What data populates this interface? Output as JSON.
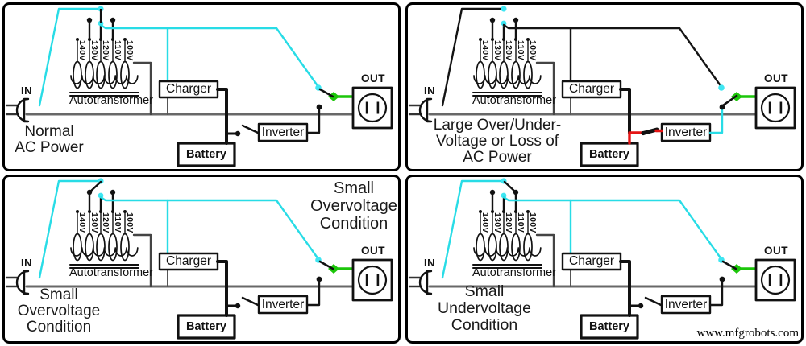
{
  "labels": {
    "in": "IN",
    "out": "OUT",
    "charger": "Charger",
    "battery": "Battery",
    "inverter": "Inverter",
    "autotransformer": "Autotransformer"
  },
  "taps": [
    "140V",
    "130V",
    "120V",
    "110V",
    "100V"
  ],
  "panels": [
    {
      "name": "normal-ac-power",
      "caption": [
        "Normal",
        "AC Power"
      ],
      "selected_tap": "120V",
      "transfer_switch": "utility",
      "battery_switch": "open"
    },
    {
      "name": "large-over-under-voltage-or-loss-of-ac-power",
      "caption": [
        "Large Over/Under-",
        "Voltage or Loss of",
        "AC Power"
      ],
      "selected_tap": "none",
      "transfer_switch": "inverter",
      "battery_switch": "closed"
    },
    {
      "name": "small-overvoltage-condition",
      "caption": [
        "Small",
        "Overvoltage",
        "Condition"
      ],
      "caption2": [
        "Small",
        "Overvoltage",
        "Condition"
      ],
      "selected_tap": "130V",
      "transfer_switch": "utility",
      "battery_switch": "open"
    },
    {
      "name": "small-undervoltage-condition",
      "caption": [
        "Small",
        "Undervoltage",
        "Condition"
      ],
      "selected_tap": "110V",
      "transfer_switch": "utility",
      "battery_switch": "open"
    }
  ],
  "watermark": "www.mfgrobots.com",
  "colors": {
    "active_ac_wire": "#28DCE6",
    "selector_dot": "#3FE6F2",
    "output_power_arrow": "#1CC60A",
    "battery_discharge_wire": "#E51414",
    "neutral_line": "#686868",
    "wire": "#141414"
  }
}
